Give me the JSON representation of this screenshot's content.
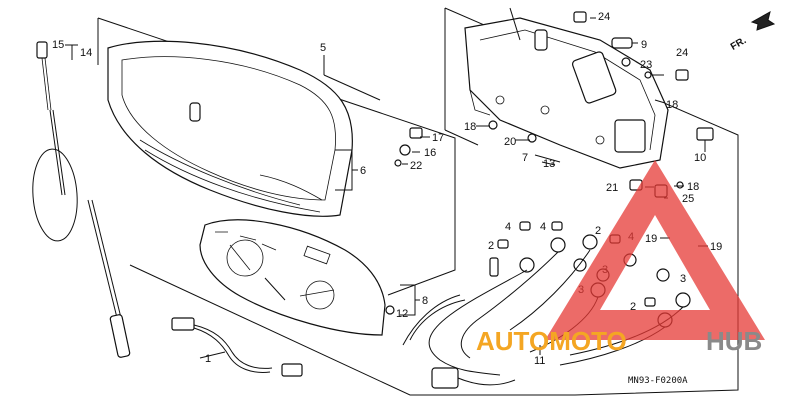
{
  "diagram_code": "MN93-F0200A",
  "direction_label": "FR.",
  "watermark": {
    "left": "AUTOMOTO",
    "right": "HUB",
    "accent_color": "#f4a623",
    "secondary_color": "#8a8a8a",
    "triangle_color": "#e53935"
  },
  "labels": {
    "p1": "1",
    "p2a": "2",
    "p2b": "2",
    "p2c": "2",
    "p3a": "3",
    "p3b": "3",
    "p3c": "3",
    "p4a": "4",
    "p4b": "4",
    "p4c": "4",
    "p5": "5",
    "p6": "6",
    "p7": "7",
    "p8": "8",
    "p9": "9",
    "p10": "10",
    "p11": "11",
    "p12": "12",
    "p13": "13",
    "p14": "14",
    "p15": "15",
    "p16": "16",
    "p17": "17",
    "p18a": "18",
    "p18b": "18",
    "p18c": "18",
    "p19a": "19",
    "p19b": "19",
    "p20": "20",
    "p21": "21",
    "p22": "22",
    "p23": "23",
    "p24a": "24",
    "p24b": "24",
    "p25": "25"
  }
}
